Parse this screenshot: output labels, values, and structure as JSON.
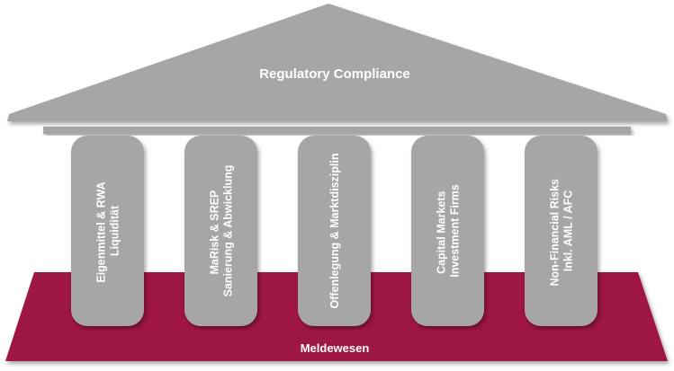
{
  "colors": {
    "roof": "#a6a6a6",
    "pillar": "#a6a6a6",
    "base": "#9e1942",
    "text": "#ffffff"
  },
  "roof": {
    "title": "Regulatory Compliance"
  },
  "base": {
    "title": "Meldewesen"
  },
  "pillars": [
    {
      "line1": "Eigenmittel & RWA",
      "line2": "Liquidität"
    },
    {
      "line1": "MaRisk & SREP",
      "line2": "Sanierung & Abwicklung"
    },
    {
      "line1": "Offenlegung & Marktdisziplin",
      "line2": ""
    },
    {
      "line1": "Capital Markets",
      "line2": "Investment Firms"
    },
    {
      "line1": "Non-Financial Risks",
      "line2": "Inkl. AML / AFC"
    }
  ]
}
